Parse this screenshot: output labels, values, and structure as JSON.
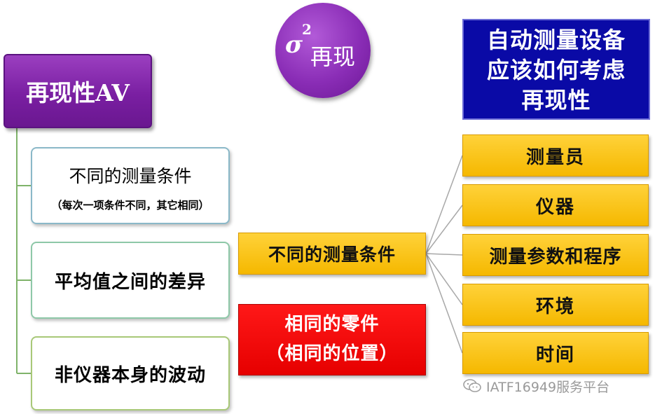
{
  "root": {
    "label": "再现性AV"
  },
  "circle": {
    "symbol": "σ",
    "superscript": "2",
    "word": "再现"
  },
  "title_box": {
    "lines": [
      "自动测量设备",
      "应该如何考虑",
      "再现性"
    ]
  },
  "left_items": [
    {
      "title": "不同的测量条件",
      "note": "（每次一项条件不同，其它相同）"
    },
    {
      "title": "平均值之间的差异"
    },
    {
      "title": "非仪器本身的波动"
    }
  ],
  "center": {
    "label": "不同的测量条件"
  },
  "red_box": {
    "line1": "相同的零件",
    "line2": "（相同的位置）"
  },
  "conditions": [
    "测量员",
    "仪器",
    "测量参数和程序",
    "环境",
    "时间"
  ],
  "watermark": {
    "text": "IATF16949服务平台",
    "icon": "wechat-logo"
  },
  "colors": {
    "purple": "#7a1fa2",
    "blue": "#0a0aa6",
    "gold": "#f5b800",
    "red": "#e60000"
  }
}
